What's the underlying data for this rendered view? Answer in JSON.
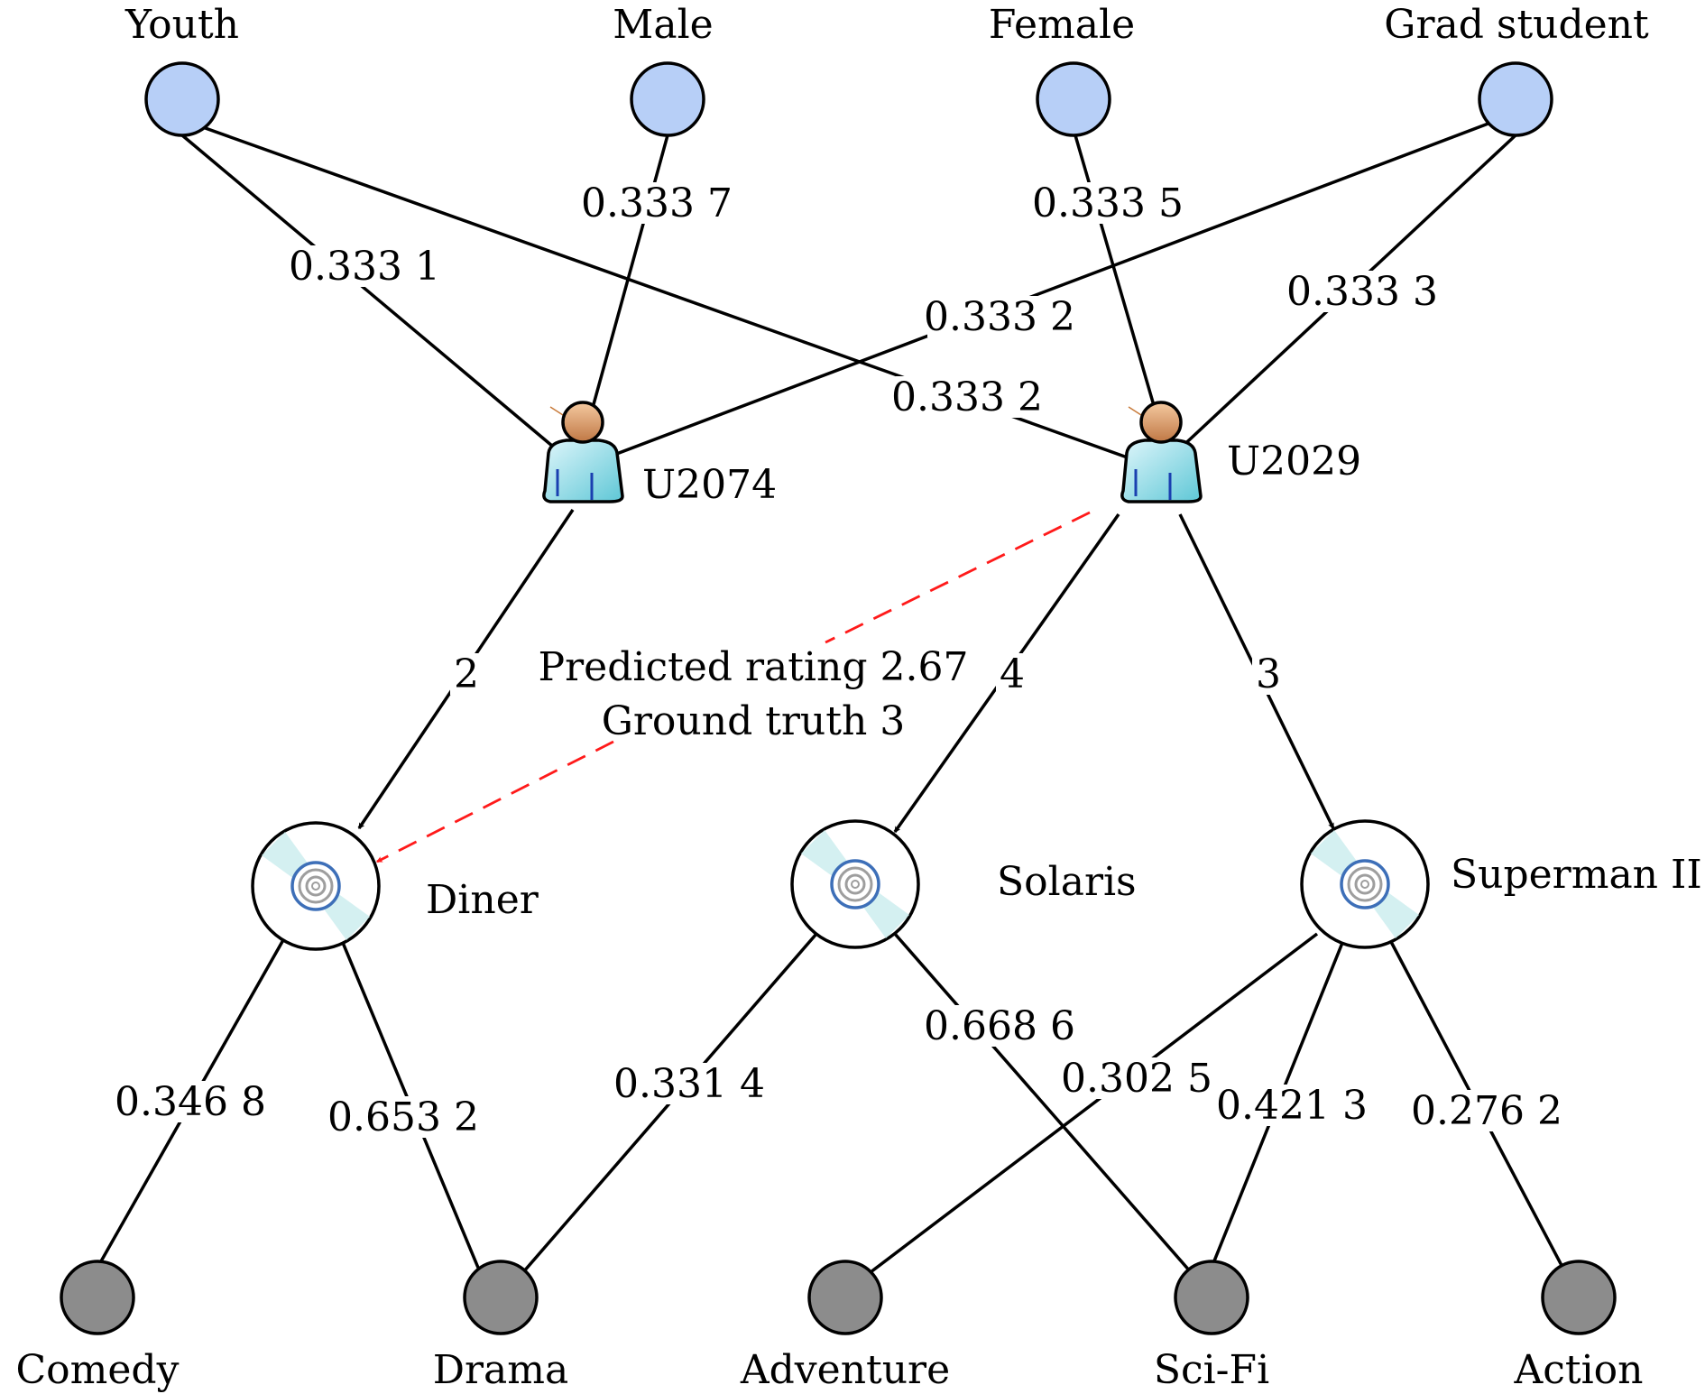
{
  "attributes": {
    "youth": "Youth",
    "male": "Male",
    "female": "Female",
    "grad_student": "Grad student"
  },
  "users": {
    "u2074": "U2074",
    "u2029": "U2029"
  },
  "movies": {
    "diner": "Diner",
    "solaris": "Solaris",
    "superman": "Superman II"
  },
  "genres": {
    "comedy": "Comedy",
    "drama": "Drama",
    "adventure": "Adventure",
    "scifi": "Sci-Fi",
    "action": "Action"
  },
  "weights": {
    "youth_u2074": "0.333 1",
    "male_u2074": "0.333 7",
    "grad_u2074": "0.333 2",
    "youth_u2029": "0.333 2",
    "female_u2029": "0.333 5",
    "grad_u2029": "0.333 3",
    "diner_comedy": "0.346 8",
    "diner_drama": "0.653 2",
    "solaris_drama": "0.331 4",
    "solaris_scifi": "0.668 6",
    "superman_adventure": "0.302 5",
    "superman_scifi": "0.421 3",
    "superman_action": "0.276 2"
  },
  "ratings": {
    "u2074_diner": "2",
    "u2029_solaris": "4",
    "u2029_superman": "3"
  },
  "prediction": {
    "line1": "Predicted rating 2.67",
    "line2": "Ground truth 3"
  },
  "colors": {
    "attribute_node": "#b7cff7",
    "genre_node": "#8c8c8c",
    "prediction_edge": "#ff1a1a"
  },
  "icons": {
    "user": "user-icon",
    "movie": "disc-icon"
  }
}
